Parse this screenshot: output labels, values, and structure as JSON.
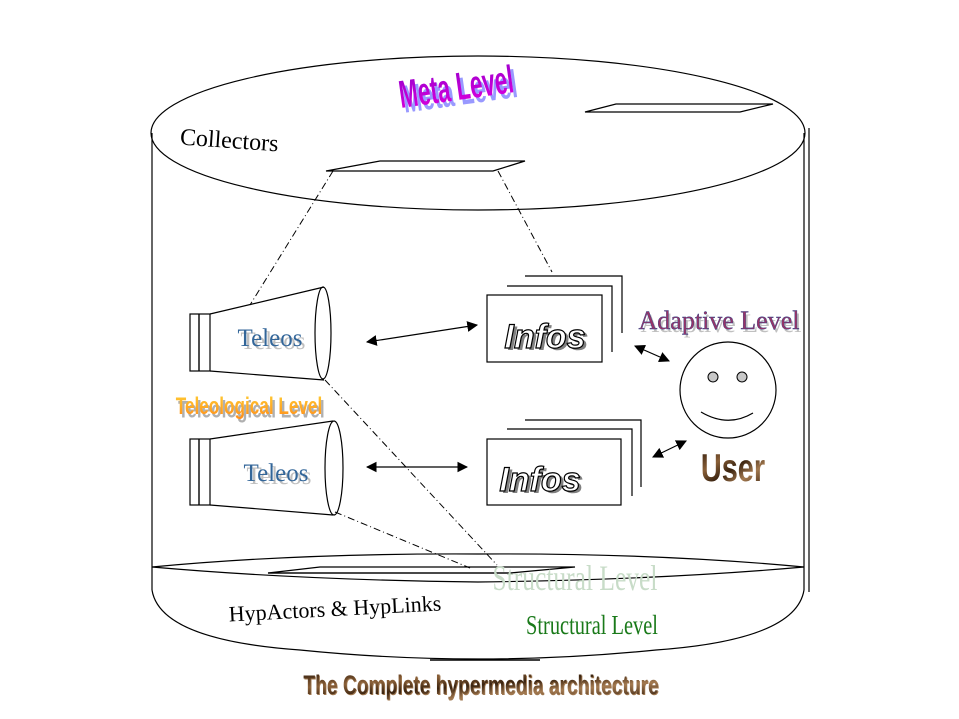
{
  "diagram": {
    "title": "The Complete hypermedia architecture",
    "labels": {
      "meta_level": "Meta Level",
      "collectors": "Collectors",
      "teleos_top": "Teleos",
      "teleos_bottom": "Teleos",
      "teleological_level": "Teleological Level",
      "infos_top": "Infos",
      "infos_bottom": "Infos",
      "adaptive_level": "Adaptive Level",
      "user": "User",
      "structural_level_ghost": "Structural Level",
      "structural_level": "Structural Level",
      "hypactors_hyplinks": "HypActors & HypLinks"
    },
    "colors": {
      "meta_level": "#b000d0",
      "meta_level_shadow": "#9999ff",
      "teleos": "#336699",
      "teleological_level": "#ff9933",
      "adaptive_level": "#993366",
      "user": "#3b2410",
      "structural_level": "#1a7a1a",
      "structural_level_ghost": "#c8dcc8",
      "title": "#3b2410"
    },
    "components": [
      {
        "id": "collectors",
        "kind": "cylinder-top-ellipse"
      },
      {
        "id": "teleos-1",
        "kind": "horn"
      },
      {
        "id": "teleos-2",
        "kind": "horn"
      },
      {
        "id": "infos-1",
        "kind": "stacked-cards"
      },
      {
        "id": "infos-2",
        "kind": "stacked-cards"
      },
      {
        "id": "user",
        "kind": "smiley-face"
      },
      {
        "id": "hypactors",
        "kind": "cylinder-bottom-ellipse"
      }
    ],
    "connections": [
      {
        "from": "teleos-1",
        "to": "infos-1",
        "style": "bidirectional-arrow"
      },
      {
        "from": "teleos-2",
        "to": "infos-2",
        "style": "bidirectional-arrow"
      },
      {
        "from": "infos-1",
        "to": "user",
        "style": "bidirectional-arrow"
      },
      {
        "from": "infos-2",
        "to": "user",
        "style": "bidirectional-arrow"
      },
      {
        "from": "collectors",
        "to": "teleos-1",
        "style": "dash-dot"
      },
      {
        "from": "collectors",
        "to": "infos-1",
        "style": "dash-dot"
      },
      {
        "from": "teleos-1",
        "to": "hypactors",
        "style": "dash-dot"
      },
      {
        "from": "teleos-2",
        "to": "hypactors",
        "style": "dash-dot"
      }
    ]
  }
}
